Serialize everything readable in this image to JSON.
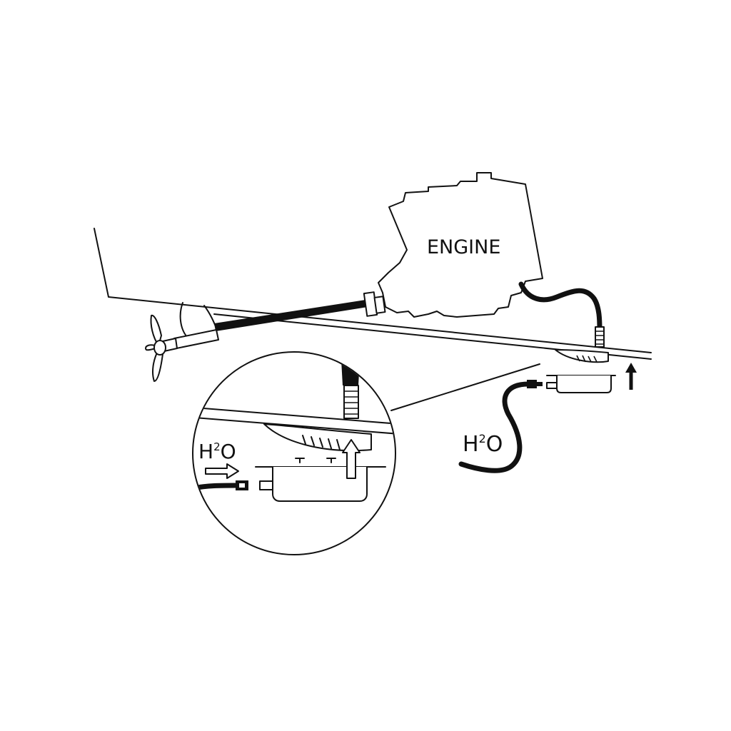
{
  "diagram": {
    "engine_label": "ENGINE",
    "water_label_main": {
      "base": "H",
      "sup": "2",
      "tail": "O"
    },
    "water_label_detail": {
      "base": "H",
      "sup": "2",
      "tail": "O"
    }
  }
}
